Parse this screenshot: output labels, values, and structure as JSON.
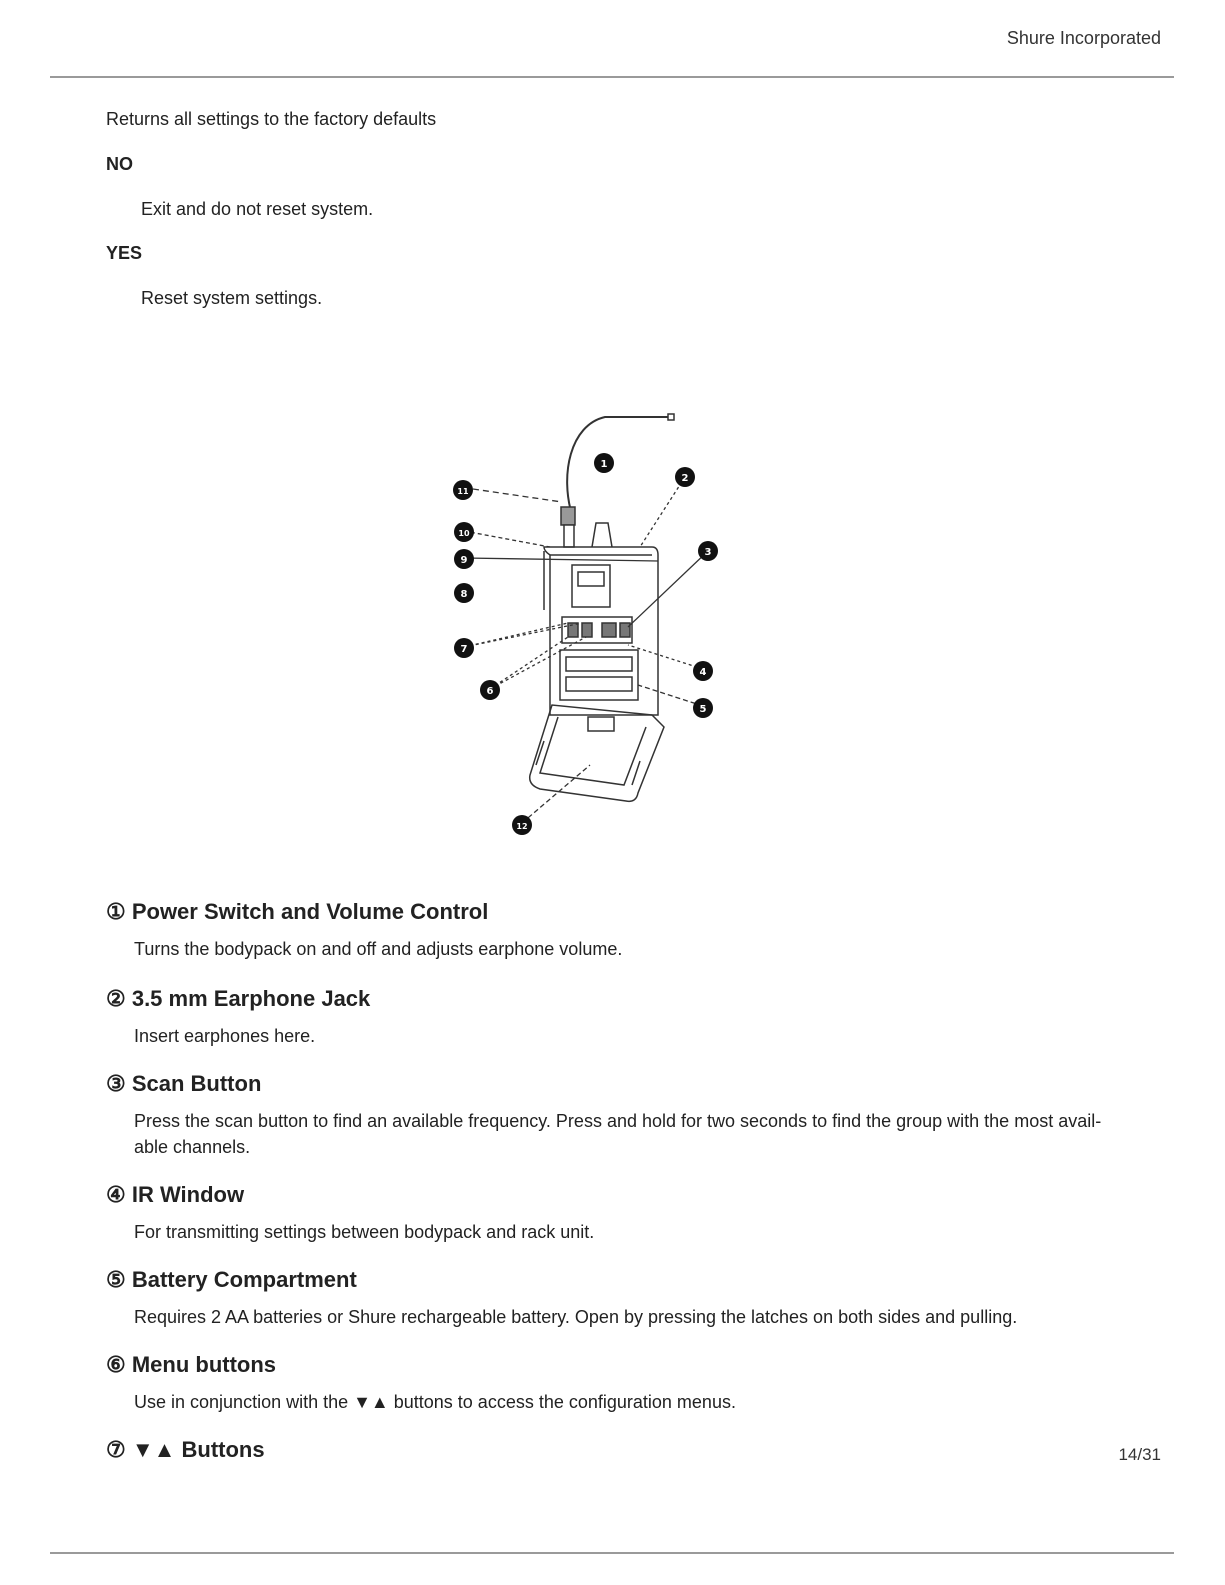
{
  "header": {
    "company": "Shure Incorporated"
  },
  "intro": {
    "description": "Returns all settings to the factory defaults",
    "options": [
      {
        "label": "NO",
        "detail": "Exit and do not reset system."
      },
      {
        "label": "YES",
        "detail": "Reset system settings."
      }
    ]
  },
  "diagram": {
    "callouts": [
      "1",
      "2",
      "3",
      "4",
      "5",
      "6",
      "7",
      "8",
      "9",
      "10",
      "11",
      "12"
    ]
  },
  "sections": [
    {
      "title": "① Power Switch and Volume Control",
      "body": "Turns the bodypack on and off and adjusts earphone volume."
    },
    {
      "title": "② 3.5 mm Earphone Jack",
      "body": "Insert earphones here."
    },
    {
      "title": "③ Scan Button",
      "body": "Press the scan button to find an available frequency. Press and hold for two seconds to find the group with the most avail-able channels."
    },
    {
      "title": "④ IR Window",
      "body": "For transmitting settings between bodypack and rack unit."
    },
    {
      "title": "⑤ Battery Compartment",
      "body": "Requires 2 AA batteries or Shure rechargeable battery. Open by pressing the latches on both sides and pulling."
    },
    {
      "title": "⑥ Menu buttons",
      "body": "Use in conjunction with the ▼▲ buttons to access the configuration menus."
    },
    {
      "title": "⑦ ▼▲ Buttons",
      "body": ""
    }
  ],
  "footer": {
    "page": "14/31"
  }
}
